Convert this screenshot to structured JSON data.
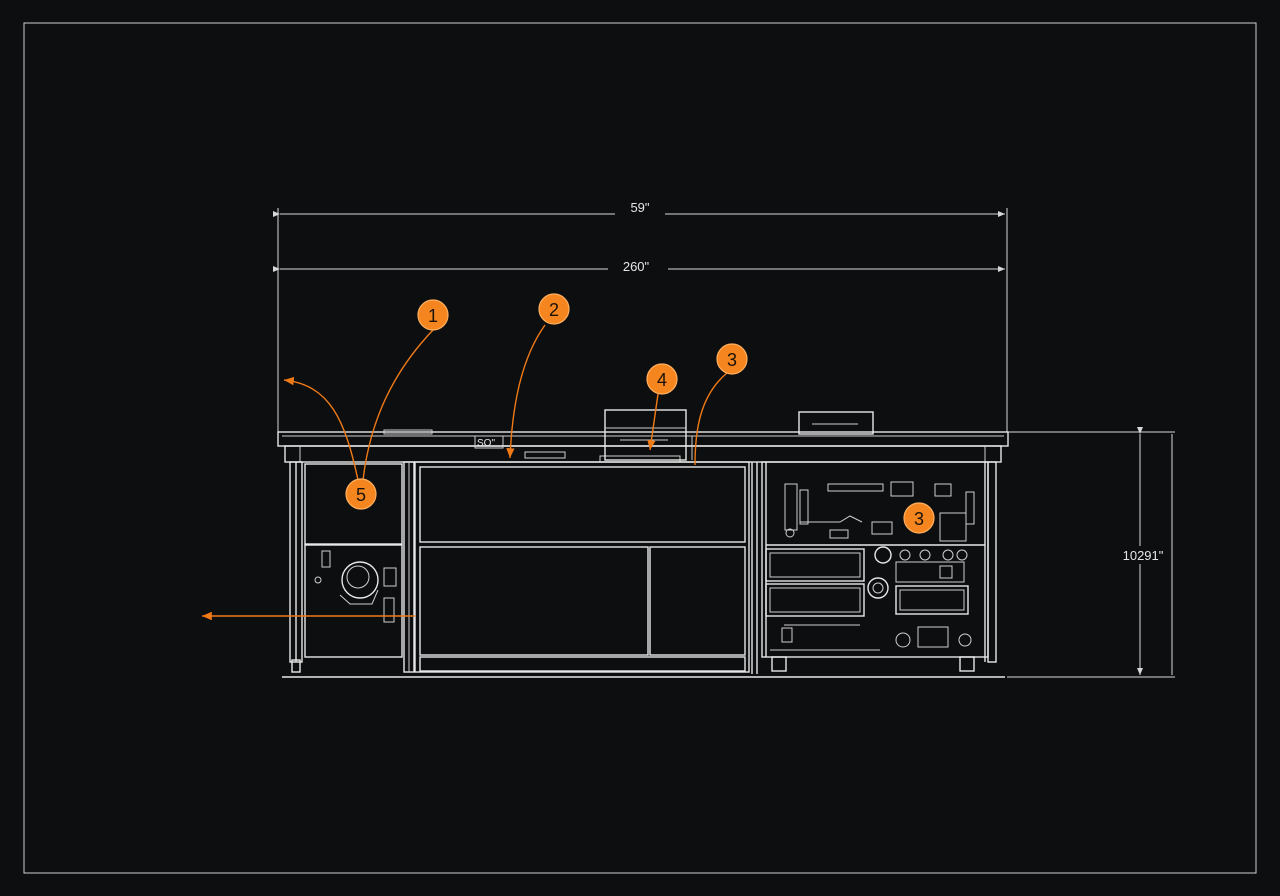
{
  "dimensions": {
    "overall_width": "59\"",
    "inner_width": "260\"",
    "height": "10291\"",
    "counter_label": "SO\""
  },
  "callouts": [
    "1",
    "2",
    "3",
    "4",
    "5",
    "3"
  ],
  "colors": {
    "background": "#0d0e10",
    "linework": "#e8e8e8",
    "accent": "#f5861f"
  }
}
